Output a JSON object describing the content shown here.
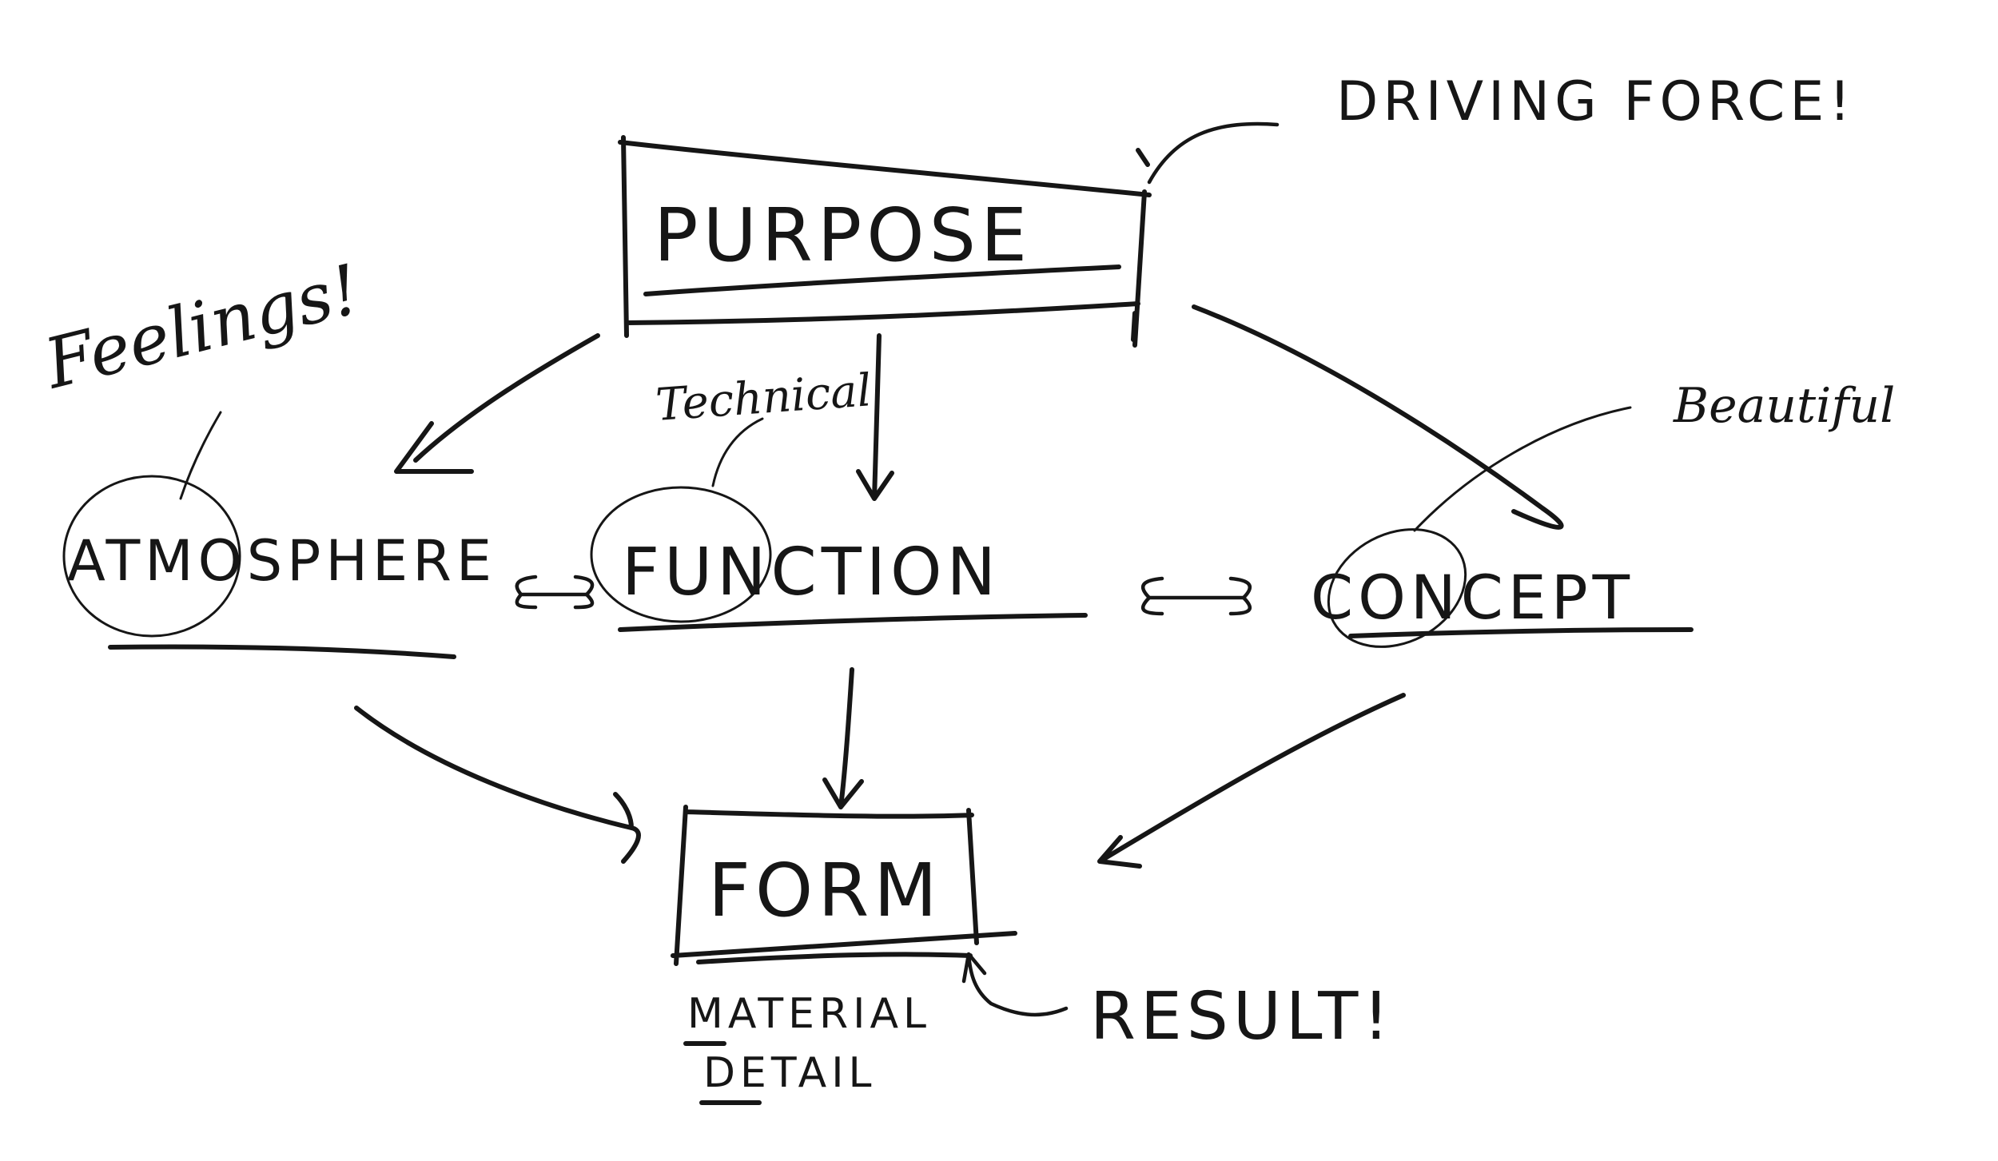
{
  "nodes": {
    "purpose": "PURPOSE",
    "atmosphere": "ATMOSPHERE",
    "function": "FUNCTION",
    "concept": "CONCEPT",
    "form": "FORM"
  },
  "annotations": {
    "driving_force": "DRIVING FORCE!",
    "feelings": "Feelings!",
    "technical": "Technical",
    "beautiful": "Beautiful",
    "result": "RESULT!",
    "material": "MATERIAL",
    "detail": "DETAIL"
  },
  "colors": {
    "ink": "#161616",
    "paper": "#ffffff"
  }
}
